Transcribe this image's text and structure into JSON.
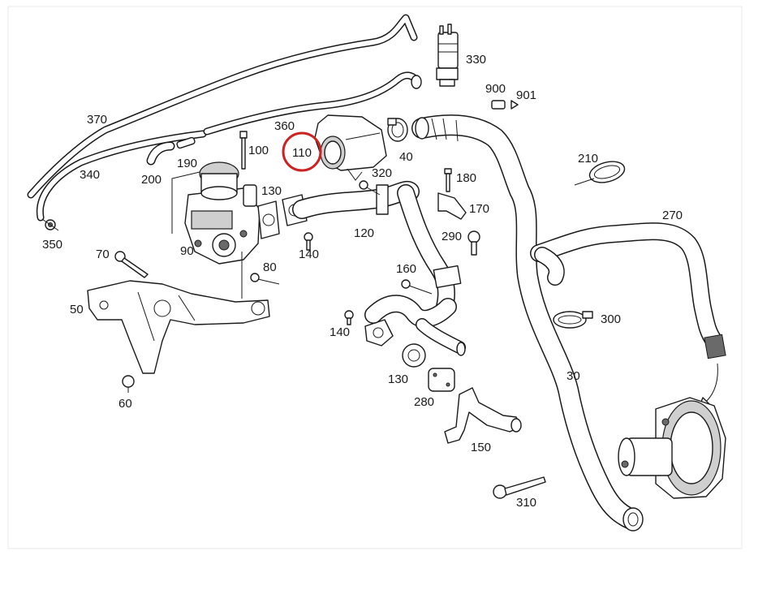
{
  "parts": {
    "p370": "370",
    "p340": "340",
    "p350": "350",
    "p360": "360",
    "p200": "200",
    "p190": "190",
    "p100": "100",
    "p110": "110",
    "p40": "40",
    "p330": "330",
    "p900": "900",
    "p901": "901",
    "p210": "210",
    "p320": "320",
    "p180": "180",
    "p130a": "130",
    "p170": "170",
    "p270": "270",
    "p120": "120",
    "p290": "290",
    "p90": "90",
    "p140a": "140",
    "p70": "70",
    "p80": "80",
    "p160": "160",
    "p300": "300",
    "p50": "50",
    "p140b": "140",
    "p130b": "130",
    "p30": "30",
    "p280": "280",
    "p60": "60",
    "p150": "150",
    "p310": "310"
  },
  "colors": {
    "highlight": "#cc2222",
    "line": "#1a1a1a",
    "background": "#ffffff"
  }
}
